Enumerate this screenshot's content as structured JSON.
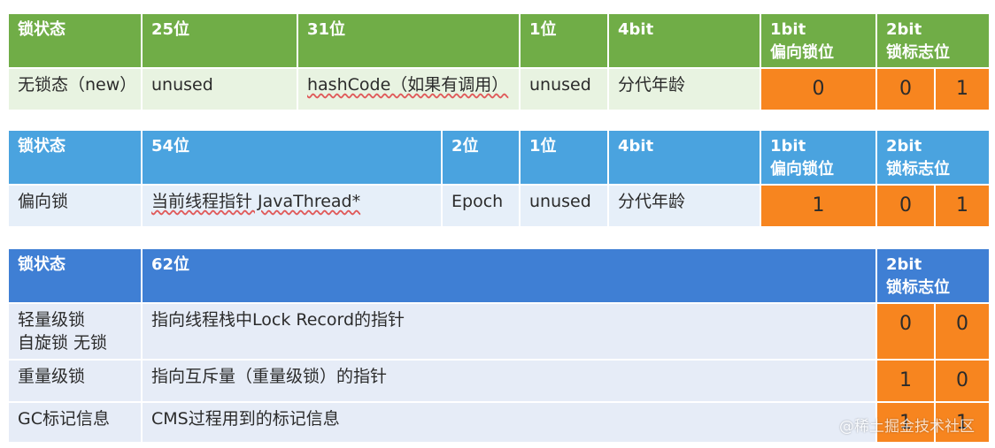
{
  "t1": {
    "headers": [
      "锁状态",
      "25位",
      "31位",
      "1位",
      "4bit",
      "1bit\n偏向锁位",
      "2bit\n锁标志位"
    ],
    "row": [
      "无锁态（new）",
      "unused",
      "hashCode（如果有调用）",
      "unused",
      "分代年龄",
      "0",
      "0",
      "1"
    ]
  },
  "t2": {
    "headers": [
      "锁状态",
      "54位",
      "2位",
      "1位",
      "4bit",
      "1bit\n偏向锁位",
      "2bit\n锁标志位"
    ],
    "row": [
      "偏向锁",
      "当前线程指针 JavaThread*",
      "Epoch",
      "unused",
      "分代年龄",
      "1",
      "0",
      "1"
    ]
  },
  "t3": {
    "headers": [
      "锁状态",
      "62位",
      "2bit\n锁标志位"
    ],
    "rows": [
      {
        "state": "轻量级锁\n自旋锁 无锁",
        "desc": "指向线程栈中Lock Record的指针",
        "b1": "0",
        "b2": "0"
      },
      {
        "state": "重量级锁",
        "desc": "指向互斥量（重量级锁）的指针",
        "b1": "1",
        "b2": "0"
      },
      {
        "state": "GC标记信息",
        "desc": "CMS过程用到的标记信息",
        "b1": "1",
        "b2": "1"
      }
    ]
  },
  "watermark": "@稀土掘金技术社区",
  "colors": {
    "green": "#70ad47",
    "blue": "#4aa3df",
    "darkblue": "#3f7fd4",
    "orange": "#f7851f"
  }
}
